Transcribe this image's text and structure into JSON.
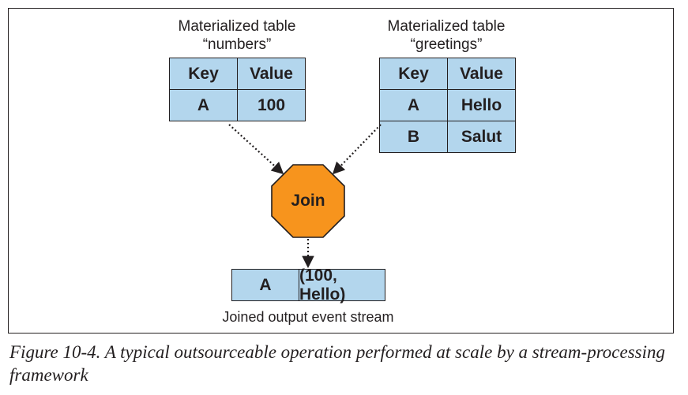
{
  "numbers_table": {
    "title_line1": "Materialized table",
    "title_line2": "“numbers”",
    "headers": [
      "Key",
      "Value"
    ],
    "rows": [
      [
        "A",
        "100"
      ]
    ]
  },
  "greetings_table": {
    "title_line1": "Materialized table",
    "title_line2": "“greetings”",
    "headers": [
      "Key",
      "Value"
    ],
    "rows": [
      [
        "A",
        "Hello"
      ],
      [
        "B",
        "Salut"
      ]
    ]
  },
  "join": {
    "label": "Join",
    "color": "#f7941d"
  },
  "output": {
    "key": "A",
    "value": "(100, Hello)",
    "label": "Joined output event stream"
  },
  "caption": "Figure 10-4. A typical outsourceable operation performed at scale by a stream-processing framework",
  "colors": {
    "cell_fill": "#b3d6ed",
    "stroke": "#231f20"
  }
}
